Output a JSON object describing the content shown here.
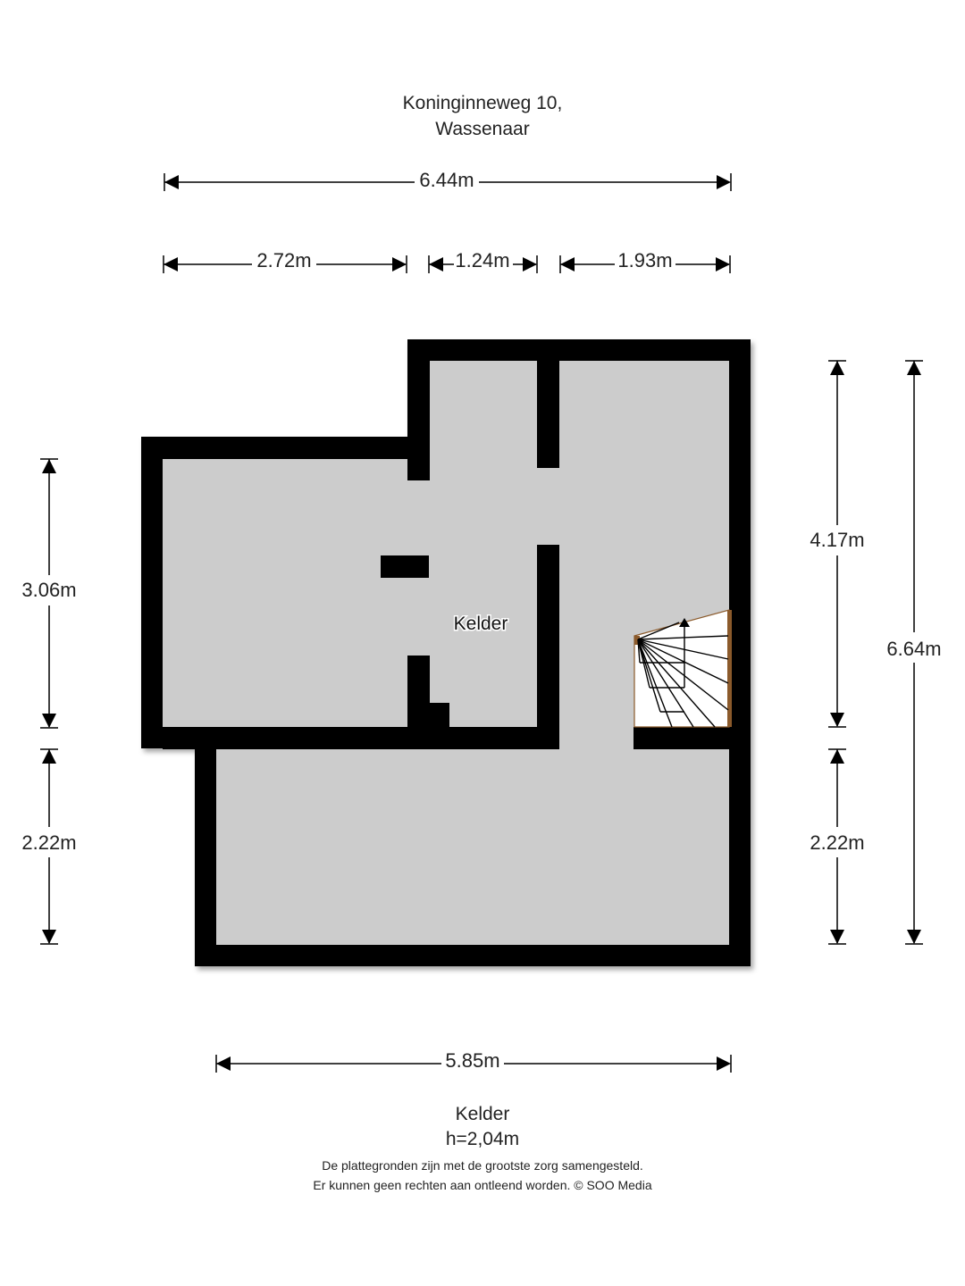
{
  "header": {
    "line1": "Koninginneweg 10,",
    "line2": "Wassenaar"
  },
  "dimensions": {
    "top_total": "6.44m",
    "top_a": "2.72m",
    "top_b": "1.24m",
    "top_c": "1.93m",
    "left_upper": "3.06m",
    "left_lower": "2.22m",
    "right_upper": "4.17m",
    "right_lower": "2.22m",
    "right_total": "6.64m",
    "bottom_total": "5.85m"
  },
  "room": {
    "label": "Kelder"
  },
  "footer": {
    "floor_name": "Kelder",
    "height": "h=2,04m",
    "disclaimer_line1": "De plattegronden zijn met de grootste zorg samengesteld.",
    "disclaimer_line2": "Er kunnen geen rechten aan ontleend worden. © SOO Media"
  },
  "colors": {
    "wall": "#000000",
    "floor": "#cccccc",
    "stairs": "#ffffff",
    "stair_edge": "#8b5a2b"
  }
}
